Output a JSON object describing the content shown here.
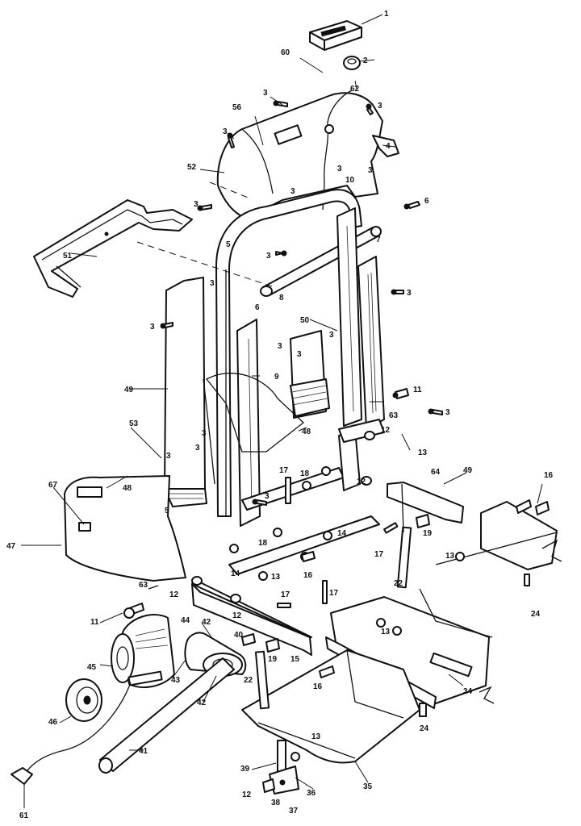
{
  "callouts": {
    "c1": "1",
    "c2": "2",
    "c3": "3",
    "c4": "4",
    "c5": "5",
    "c6": "6",
    "c7": "7",
    "c8": "8",
    "c9": "9",
    "c10": "10",
    "c11": "11",
    "c12": "12",
    "c13": "13",
    "c14": "14",
    "c15": "15",
    "c16": "16",
    "c17": "17",
    "c18": "18",
    "c19": "19",
    "c22": "22",
    "c24": "24",
    "c34": "34",
    "c35": "35",
    "c36": "36",
    "c37": "37",
    "c38": "38",
    "c39": "39",
    "c40": "40",
    "c41": "41",
    "c42": "42",
    "c43": "43",
    "c44": "44",
    "c45": "45",
    "c46": "46",
    "c47": "47",
    "c48": "48",
    "c49": "49",
    "c50": "50",
    "c51": "51",
    "c52": "52",
    "c53": "53",
    "c56": "56",
    "c60": "60",
    "c61": "61",
    "c62": "62",
    "c63": "63",
    "c64": "64",
    "c67": "67"
  }
}
